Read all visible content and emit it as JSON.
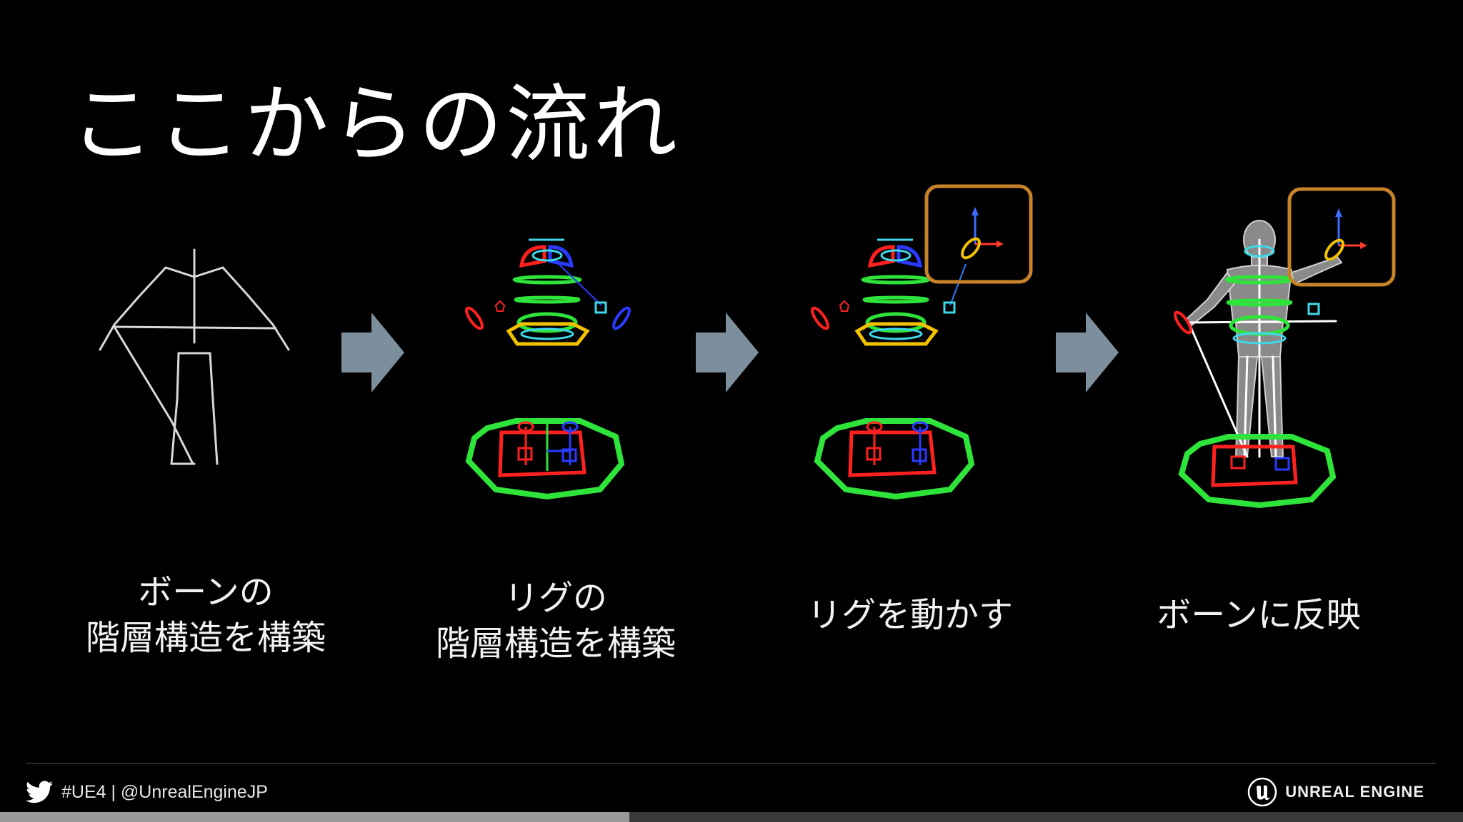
{
  "title": "ここからの流れ",
  "steps": [
    {
      "lines": [
        "ボーンの",
        "階層構造を構築"
      ]
    },
    {
      "lines": [
        "リグの",
        "階層構造を構築"
      ]
    },
    {
      "lines": [
        "リグを動かす"
      ]
    },
    {
      "lines": [
        "ボーンに反映"
      ]
    }
  ],
  "footer": {
    "hashtag_handle": "#UE4 | @UnrealEngineJP",
    "brand": "UNREAL ENGINE",
    "icons": [
      "twitter-bird-icon",
      "unreal-engine-logo-icon"
    ]
  },
  "progress": {
    "fraction": 0.43
  },
  "colors": {
    "background": "#000000",
    "arrow": "#7d8f9c",
    "rig_green": "#2ee33a",
    "rig_red": "#ff2020",
    "rig_blue": "#2a3bff",
    "rig_yellow": "#f2c200",
    "rig_cyan": "#3ed8e8",
    "highlight": "#c8822a"
  }
}
